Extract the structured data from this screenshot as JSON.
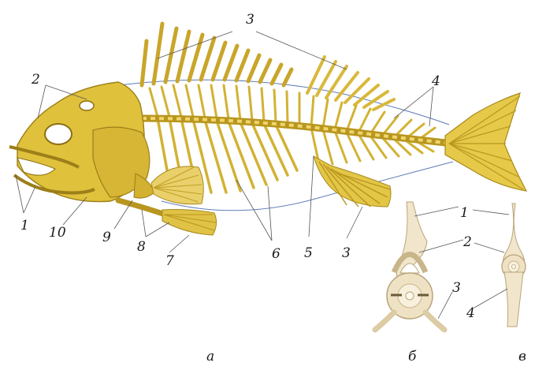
{
  "labels": {
    "l1_top": "3",
    "l2_head": "2",
    "l4_right": "4",
    "l1_jaw": "1",
    "l10": "10",
    "l9": "9",
    "l8": "8",
    "l7": "7",
    "l6": "6",
    "l5": "5",
    "l3_anal": "3",
    "b1": "1",
    "b2": "2",
    "b3": "3",
    "b4": "4"
  },
  "captions": {
    "a": "а",
    "b": "б",
    "c": "в"
  },
  "colors": {
    "bone": "#e2c43c",
    "bone_dark": "#a8891a",
    "bone_light": "#f3e39a",
    "outline": "#5f7db8",
    "vertebra": "#efe2c4",
    "vertebra_edge": "#b9a47a"
  }
}
